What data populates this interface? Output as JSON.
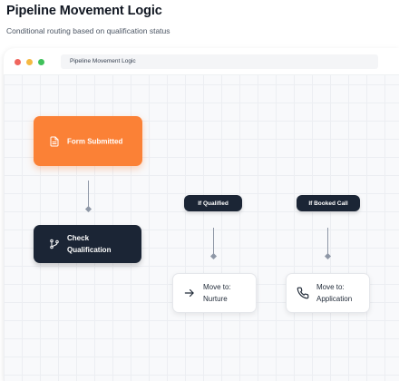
{
  "header": {
    "title": "Pipeline Movement Logic",
    "subtitle": "Conditional routing based on qualification status"
  },
  "window": {
    "address_text": "Pipeline Movement Logic"
  },
  "diagram": {
    "nodes": {
      "form_submitted": {
        "label": "Form Submitted",
        "icon": "document-icon",
        "color": "#fb8136"
      },
      "check_qualification": {
        "label": "Check Qualification",
        "icon": "branch-icon",
        "color": "#1b2535"
      },
      "move_nurture": {
        "label": "Move to: Nurture",
        "icon": "arrow-right-icon"
      },
      "move_application": {
        "label": "Move to: Application",
        "icon": "phone-icon"
      }
    },
    "conditions": {
      "qualified": "If Qualified",
      "booked_call": "If Booked Call"
    },
    "edges": [
      {
        "from": "form_submitted",
        "to": "check_qualification"
      },
      {
        "from": "qualified",
        "to": "move_nurture"
      },
      {
        "from": "booked_call",
        "to": "move_application"
      }
    ]
  },
  "colors": {
    "accent_orange": "#fb8136",
    "dark_navy": "#1b2535",
    "connector_gray": "#8e97a6"
  }
}
